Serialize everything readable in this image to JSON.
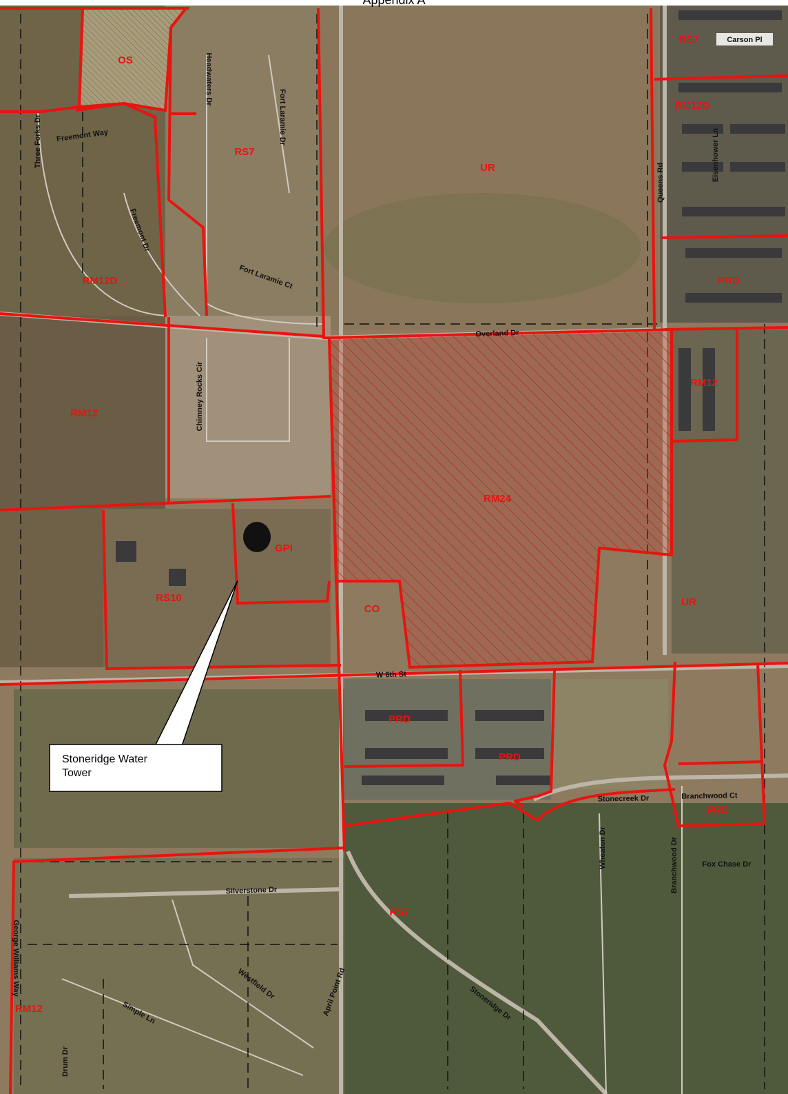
{
  "title": "Appendix A",
  "callout": {
    "line1": "Stoneridge Water",
    "line2": "Tower"
  },
  "zones": {
    "os": "OS",
    "rs7_top": "RS7",
    "rs7_mid": "RS7",
    "ur_top": "UR",
    "rm12d_top": "RM12D",
    "rm12d_left": "RM12D",
    "prd_right": "PRD",
    "rm12_left": "RM12",
    "rm12_right": "RM12",
    "rm24": "RM24",
    "gpi": "GPI",
    "rs10": "RS10",
    "co": "CO",
    "ur_right": "UR",
    "prd_c1": "PRD",
    "prd_c2": "PRD",
    "prd_br": "PRD",
    "rs7_bottom": "RS7",
    "rm12_bottom": "RM12"
  },
  "roads": {
    "carson": "Carson Pl",
    "three_forks": "Three Forks Dr",
    "freemont_way": "Freemont Way",
    "headwaters": "Headwaters Dr",
    "fort_laramie_dr": "Fort Laramie Dr",
    "queens": "Queens Rd",
    "eisenhower": "Eisenhower Ln",
    "freemont_dr": "Freemont Dr",
    "fort_laramie_ct": "Fort Laramie Ct",
    "overland": "Overland Dr",
    "chimney": "Chimney Rocks Cir",
    "w6th": "W 6th St",
    "stonecreek": "Stonecreek Dr",
    "branchwood_ct": "Branchwood Ct",
    "fox_chase": "Fox Chase Dr",
    "wheaton": "Wheaton Dr",
    "branchwood_dr": "Branchwood Dr",
    "silverstone": "Silverstone Dr",
    "george": "George Williams Way",
    "westfield": "Westfield Dr",
    "april": "April Point Rd",
    "stoneridge": "Stoneridge Dr",
    "simple": "Simple Ln",
    "drum": "Drum Dr"
  },
  "colors": {
    "zone_line": "#e8140f",
    "hatch": "#c0392b"
  }
}
